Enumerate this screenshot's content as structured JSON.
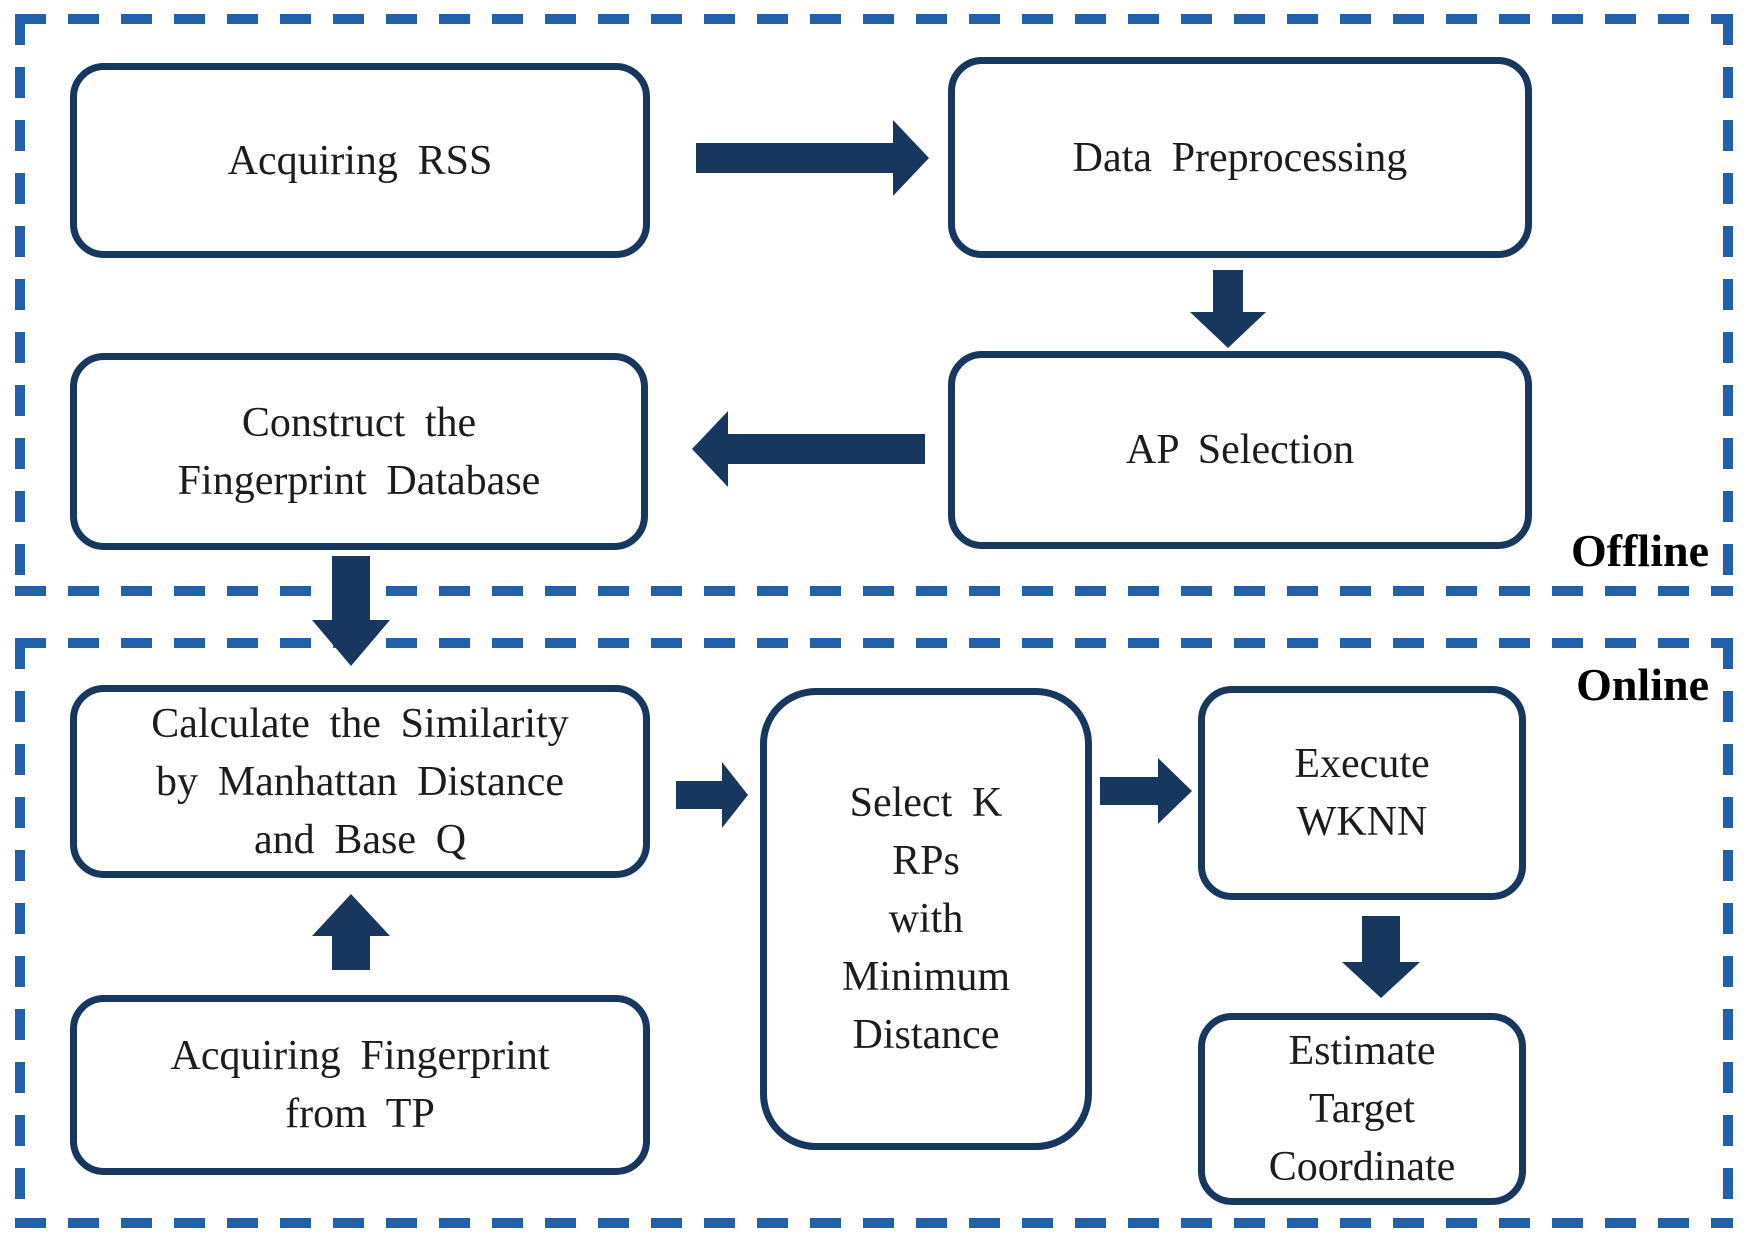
{
  "theme": {
    "canvas_bg": "#ffffff",
    "box_border": "#17375e",
    "arrow": "#17375e",
    "dash": "#2161ac",
    "text": "#1c1c1c",
    "label_text": "#000000"
  },
  "sections": {
    "offline": {
      "label": "Offline"
    },
    "online": {
      "label": "Online"
    }
  },
  "nodes": {
    "acquiring_rss": {
      "lines": [
        "Acquiring RSS"
      ]
    },
    "data_preprocessing": {
      "lines": [
        "Data Preprocessing"
      ]
    },
    "ap_selection": {
      "lines": [
        "AP Selection"
      ]
    },
    "construct_fingerprint_database": {
      "lines": [
        "Construct the",
        "Fingerprint Database"
      ]
    },
    "calculate_similarity": {
      "lines": [
        "Calculate the Similarity",
        "by Manhattan Distance",
        "and Base Q"
      ]
    },
    "acquiring_fingerprint_tp": {
      "lines": [
        "Acquiring Fingerprint",
        "from TP"
      ]
    },
    "select_k_rps": {
      "lines": [
        "Select K",
        "RPs",
        "with",
        "Minimum",
        "Distance"
      ]
    },
    "execute_wknn": {
      "lines": [
        "Execute",
        "WKNN"
      ]
    },
    "estimate_target_coordinate": {
      "lines": [
        "Estimate",
        "Target",
        "Coordinate"
      ]
    }
  },
  "edges": [
    {
      "from": "acquiring_rss",
      "to": "data_preprocessing",
      "direction": "right"
    },
    {
      "from": "data_preprocessing",
      "to": "ap_selection",
      "direction": "down"
    },
    {
      "from": "ap_selection",
      "to": "construct_fingerprint_database",
      "direction": "left"
    },
    {
      "from": "construct_fingerprint_database",
      "to": "calculate_similarity",
      "direction": "down"
    },
    {
      "from": "acquiring_fingerprint_tp",
      "to": "calculate_similarity",
      "direction": "up"
    },
    {
      "from": "calculate_similarity",
      "to": "select_k_rps",
      "direction": "right"
    },
    {
      "from": "select_k_rps",
      "to": "execute_wknn",
      "direction": "right"
    },
    {
      "from": "execute_wknn",
      "to": "estimate_target_coordinate",
      "direction": "down"
    }
  ]
}
